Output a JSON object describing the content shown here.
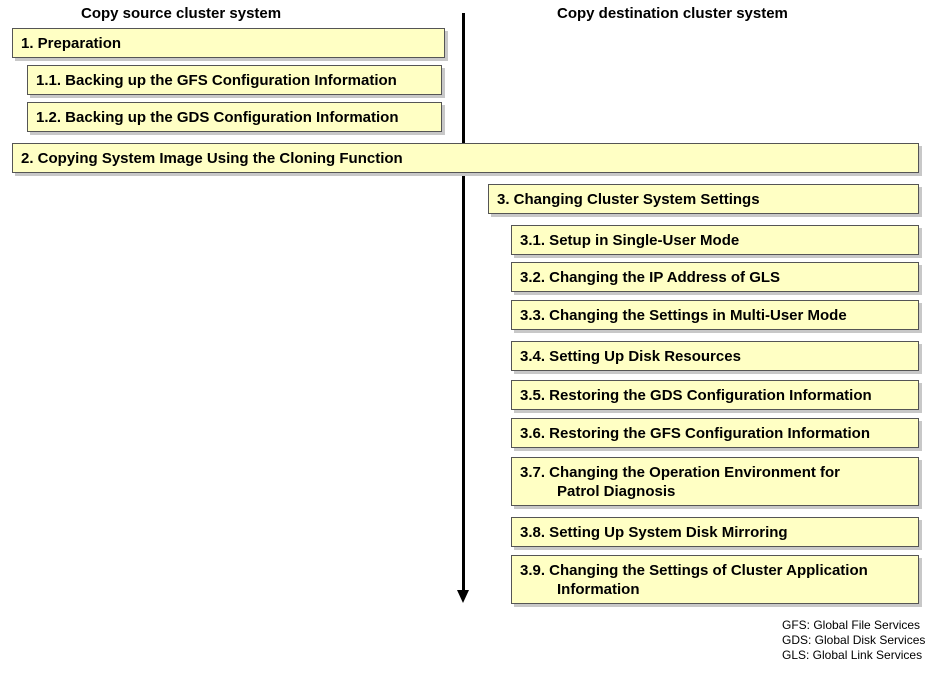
{
  "headers": {
    "source": "Copy source cluster system",
    "destination": "Copy destination cluster system"
  },
  "steps": [
    {
      "id": "1",
      "label": "1. Preparation"
    },
    {
      "id": "1.1",
      "label": "1.1. Backing up the GFS Configuration Information"
    },
    {
      "id": "1.2",
      "label": "1.2. Backing up the GDS Configuration Information"
    },
    {
      "id": "2",
      "label": "2. Copying System Image Using the Cloning Function"
    },
    {
      "id": "3",
      "label": "3. Changing Cluster System Settings"
    },
    {
      "id": "3.1",
      "label": "3.1. Setup in Single-User Mode"
    },
    {
      "id": "3.2",
      "label": "3.2. Changing the IP Address of GLS"
    },
    {
      "id": "3.3",
      "label": "3.3. Changing the Settings in Multi-User Mode"
    },
    {
      "id": "3.4",
      "label": "3.4. Setting Up Disk Resources"
    },
    {
      "id": "3.5",
      "label": "3.5. Restoring the GDS Configuration Information"
    },
    {
      "id": "3.6",
      "label": "3.6. Restoring the GFS Configuration Information"
    },
    {
      "id": "3.7",
      "label": "3.7. Changing the Operation Environment for",
      "label_line2": "Patrol Diagnosis"
    },
    {
      "id": "3.8",
      "label": "3.8. Setting Up System Disk Mirroring"
    },
    {
      "id": "3.9",
      "label": "3.9. Changing the Settings of Cluster Application",
      "label_line2": "Information"
    }
  ],
  "legend": [
    "GFS: Global File Services",
    "GDS: Global Disk Services",
    "GLS: Global Link Services"
  ],
  "colors": {
    "box_fill": "#ffffc4",
    "box_border": "#555555",
    "arrow": "#000000"
  }
}
